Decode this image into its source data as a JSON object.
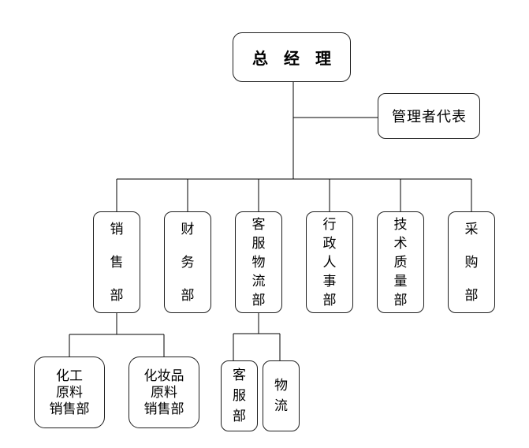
{
  "org_chart": {
    "root": {
      "label": "总经理"
    },
    "management_rep": {
      "label": "管理者代表"
    },
    "departments": [
      {
        "label": "销售部"
      },
      {
        "label": "财务部"
      },
      {
        "label": "客服物流部"
      },
      {
        "label": "行政人事部"
      },
      {
        "label": "技术质量部"
      },
      {
        "label": "采购部"
      }
    ],
    "sales_sub_departments": [
      {
        "label": "化工\n原料\n销售部"
      },
      {
        "label": "化妆品\n原料\n销售部"
      }
    ],
    "service_logistics_sub_departments": [
      {
        "label": "客服部"
      },
      {
        "label": "物流"
      }
    ],
    "colors": {
      "background": "#ffffff",
      "line": "#000000",
      "box_border": "#1f1f1f",
      "text": "#000000"
    }
  }
}
